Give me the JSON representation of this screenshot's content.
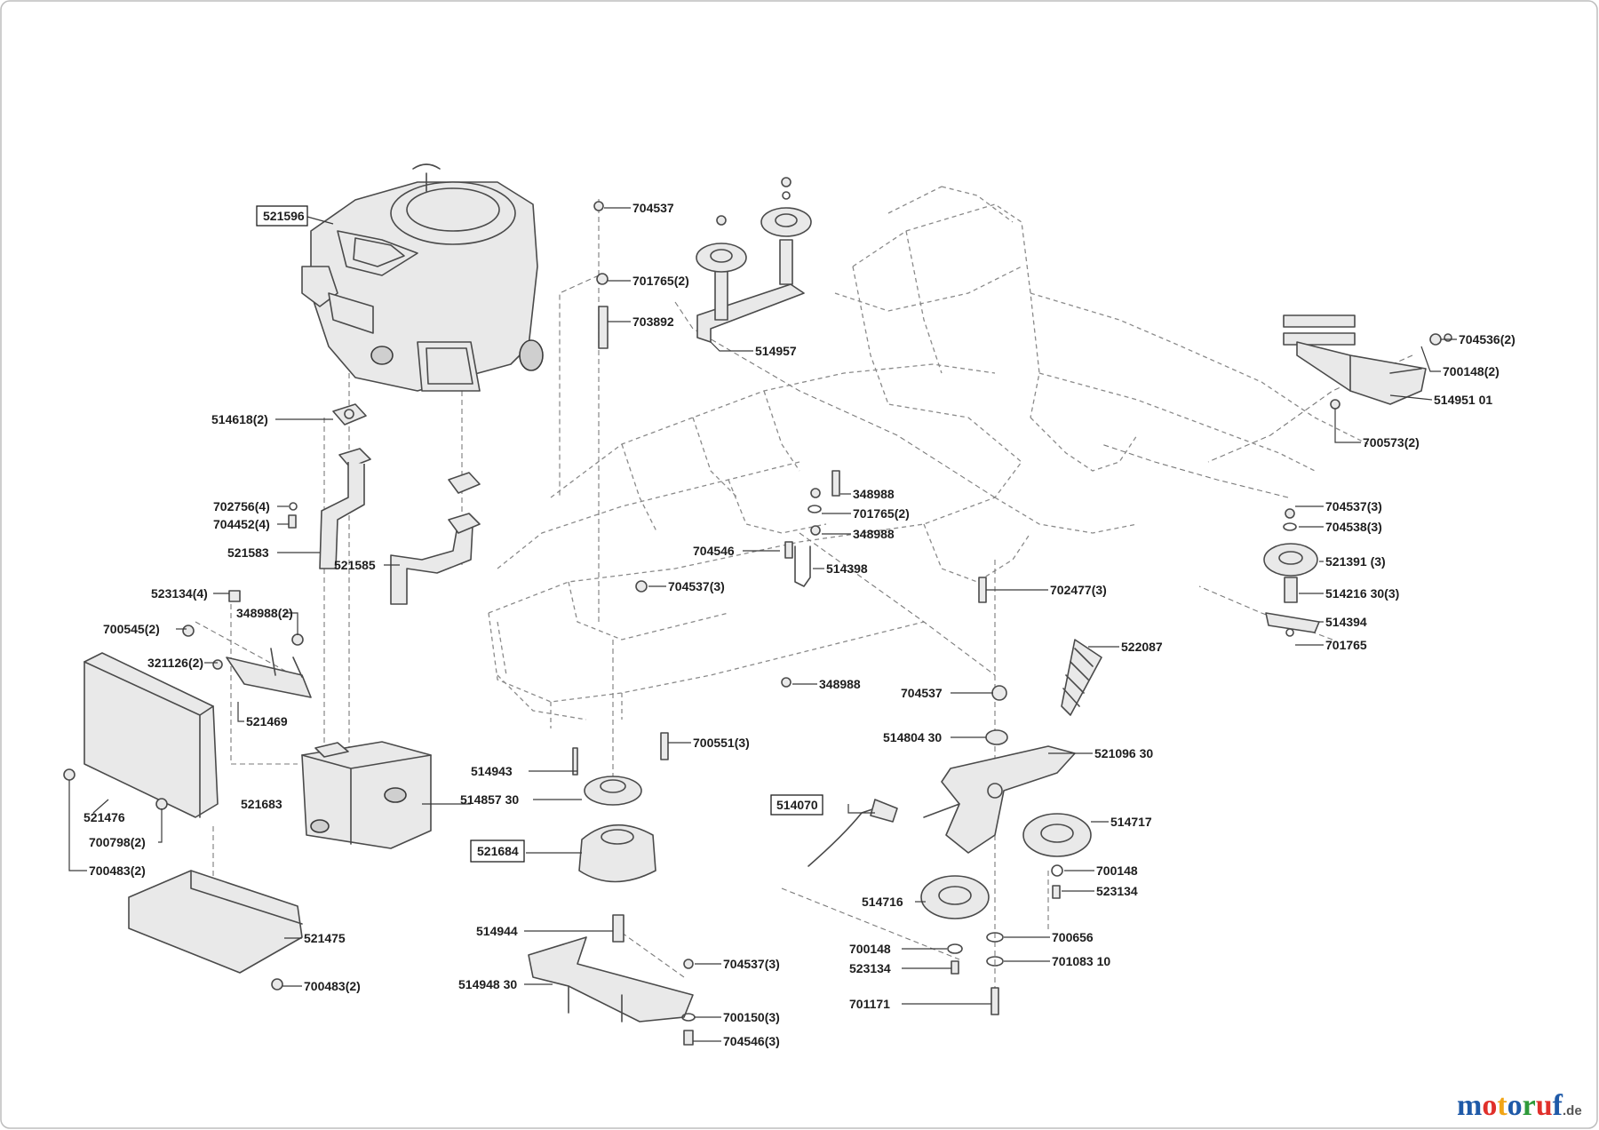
{
  "labels": [
    {
      "id": "521596",
      "text": "521596",
      "boxed": true
    },
    {
      "id": "704537-a",
      "text": "704537"
    },
    {
      "id": "701765-a",
      "text": "701765(2)"
    },
    {
      "id": "703892",
      "text": "703892"
    },
    {
      "id": "514957",
      "text": "514957"
    },
    {
      "id": "704536",
      "text": "704536(2)"
    },
    {
      "id": "700148-a",
      "text": "700148(2)"
    },
    {
      "id": "514951",
      "text": "514951 01"
    },
    {
      "id": "700573",
      "text": "700573(2)"
    },
    {
      "id": "514618",
      "text": "514618(2)"
    },
    {
      "id": "702756",
      "text": "702756(4)"
    },
    {
      "id": "704452",
      "text": "704452(4)"
    },
    {
      "id": "521583",
      "text": "521583"
    },
    {
      "id": "521585",
      "text": "521585"
    },
    {
      "id": "348988-a",
      "text": "348988"
    },
    {
      "id": "701765-b",
      "text": "701765(2)"
    },
    {
      "id": "348988-b",
      "text": "348988"
    },
    {
      "id": "704546",
      "text": "704546"
    },
    {
      "id": "514398",
      "text": "514398"
    },
    {
      "id": "704537-b",
      "text": "704537(3)"
    },
    {
      "id": "702477",
      "text": "702477(3)"
    },
    {
      "id": "704537-c",
      "text": "704537(3)"
    },
    {
      "id": "704538",
      "text": "704538(3)"
    },
    {
      "id": "521391",
      "text": "521391 (3)"
    },
    {
      "id": "514216",
      "text": "514216 30(3)"
    },
    {
      "id": "514394",
      "text": "514394"
    },
    {
      "id": "701765-c",
      "text": "701765"
    },
    {
      "id": "523134-a",
      "text": "523134(4)"
    },
    {
      "id": "348988-c",
      "text": "348988(2)"
    },
    {
      "id": "700545",
      "text": "700545(2)"
    },
    {
      "id": "321126",
      "text": "321126(2)"
    },
    {
      "id": "521469",
      "text": "521469"
    },
    {
      "id": "521476",
      "text": "521476"
    },
    {
      "id": "700798",
      "text": "700798(2)"
    },
    {
      "id": "700483-a",
      "text": "700483(2)"
    },
    {
      "id": "521683",
      "text": "521683"
    },
    {
      "id": "521475",
      "text": "521475"
    },
    {
      "id": "700483-b",
      "text": "700483(2)"
    },
    {
      "id": "522087",
      "text": "522087"
    },
    {
      "id": "348988-d",
      "text": "348988"
    },
    {
      "id": "704537-d",
      "text": "704537"
    },
    {
      "id": "514804",
      "text": "514804 30"
    },
    {
      "id": "521096",
      "text": "521096 30"
    },
    {
      "id": "700551",
      "text": "700551(3)"
    },
    {
      "id": "514943",
      "text": "514943"
    },
    {
      "id": "514857",
      "text": "514857 30"
    },
    {
      "id": "514070",
      "text": "514070",
      "boxed": true
    },
    {
      "id": "514717",
      "text": "514717"
    },
    {
      "id": "521684",
      "text": "521684",
      "boxed": true
    },
    {
      "id": "700148-b",
      "text": "700148"
    },
    {
      "id": "523134-b",
      "text": "523134"
    },
    {
      "id": "514716",
      "text": "514716"
    },
    {
      "id": "514944",
      "text": "514944"
    },
    {
      "id": "700656",
      "text": "700656"
    },
    {
      "id": "700148-c",
      "text": "700148"
    },
    {
      "id": "523134-c",
      "text": "523134"
    },
    {
      "id": "701083",
      "text": "701083 10"
    },
    {
      "id": "704537-e",
      "text": "704537(3)"
    },
    {
      "id": "514948",
      "text": "514948 30"
    },
    {
      "id": "701171",
      "text": "701171"
    },
    {
      "id": "700150",
      "text": "700150(3)"
    },
    {
      "id": "704546-b",
      "text": "704546(3)"
    }
  ],
  "logo": {
    "letters": [
      "m",
      "o",
      "t",
      "o",
      "r",
      "u",
      "f"
    ],
    "colors": [
      "#1f5aa8",
      "#e0302b",
      "#f2a516",
      "#1f5aa8",
      "#2e9a3a",
      "#e0302b",
      "#1f5aa8"
    ],
    "suffix": ".de"
  }
}
